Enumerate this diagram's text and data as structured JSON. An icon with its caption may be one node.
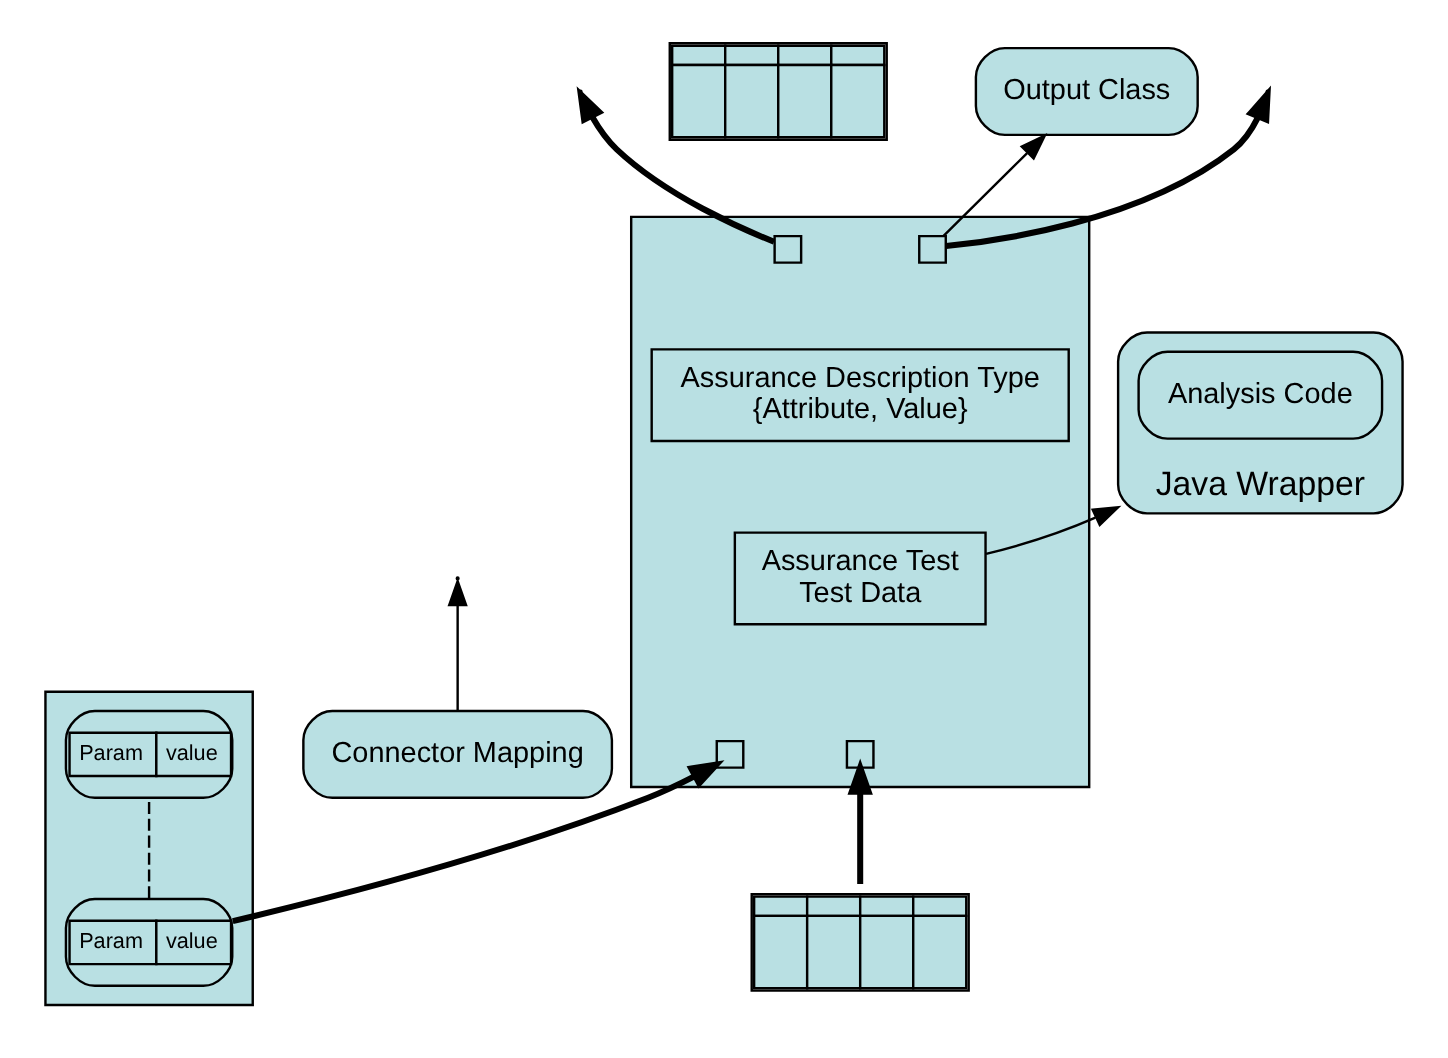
{
  "diagram": {
    "nodes": [
      {
        "text": [],
        "shape": "box"
      },
      {
        "text": [
          "Assurance Description Type",
          "{Attribute, Value}"
        ],
        "in": 0
      },
      {
        "text": [
          "Assurance Test",
          "Test Data"
        ],
        "in": 0
      },
      {
        "text": [],
        "shape": "box",
        "in": 0
      },
      {
        "text": [],
        "shape": "box",
        "in": 0
      },
      {
        "text": [],
        "shape": "box",
        "in": 0
      },
      {
        "text": [],
        "shape": "box",
        "in": 0
      },
      {
        "text": [],
        "shape": "table"
      },
      {
        "text": [
          "Output Class"
        ]
      },
      {
        "text": [
          "Java Wrapper"
        ]
      },
      {
        "text": [
          "Analysis Code"
        ],
        "in": 9
      },
      {
        "text": [
          "Connector Mapping"
        ]
      },
      {
        "text": [],
        "shape": "box"
      },
      {
        "text": [
          "Param",
          "value"
        ],
        "in": 12
      },
      {
        "text": [
          "Param",
          "value"
        ],
        "in": 12
      },
      {
        "text": [],
        "shape": "table"
      }
    ],
    "edges": [
      {
        "from": 3,
        "to": null,
        "arrow": "to",
        "style": "thick"
      },
      {
        "from": 4,
        "to": null,
        "arrow": "to",
        "style": "thick"
      },
      {
        "from": 4,
        "to": 8,
        "arrow": "to"
      },
      {
        "from": 2,
        "to": 9,
        "arrow": "to"
      },
      {
        "from": 11,
        "to": null,
        "arrow": "to"
      },
      {
        "from": 13,
        "to": 5,
        "arrow": "to",
        "style": "thick"
      },
      {
        "from": 15,
        "to": 6,
        "arrow": "to",
        "style": "thick"
      },
      {
        "from": 13,
        "to": 14,
        "arrow": "none",
        "style": "dashed"
      }
    ]
  }
}
